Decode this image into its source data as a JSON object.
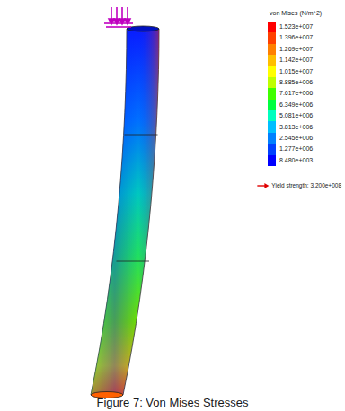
{
  "diagram": {
    "caption": "Figure 7: Von Mises Stresses",
    "labels": [
      "von Mises (N/m^2)",
      "Yield strength: 3.200e+008"
    ],
    "legend": [
      {
        "text": "1.523e+007",
        "color": "#ff0000"
      },
      {
        "text": "1.396e+007",
        "color": "#ff4000"
      },
      {
        "text": "1.269e+007",
        "color": "#ff8000"
      },
      {
        "text": "1.142e+007",
        "color": "#ffbf00"
      },
      {
        "text": "1.015e+007",
        "color": "#ffff00"
      },
      {
        "text": "8.885e+006",
        "color": "#bfff00"
      },
      {
        "text": "7.617e+006",
        "color": "#40ff00"
      },
      {
        "text": "6.349e+006",
        "color": "#00ff40"
      },
      {
        "text": "5.081e+006",
        "color": "#00ffbf"
      },
      {
        "text": "3.813e+006",
        "color": "#00bfff"
      },
      {
        "text": "2.545e+006",
        "color": "#0080ff"
      },
      {
        "text": "1.277e+006",
        "color": "#0040ff"
      },
      {
        "text": "8.480e+003",
        "color": "#0000ff"
      }
    ]
  }
}
